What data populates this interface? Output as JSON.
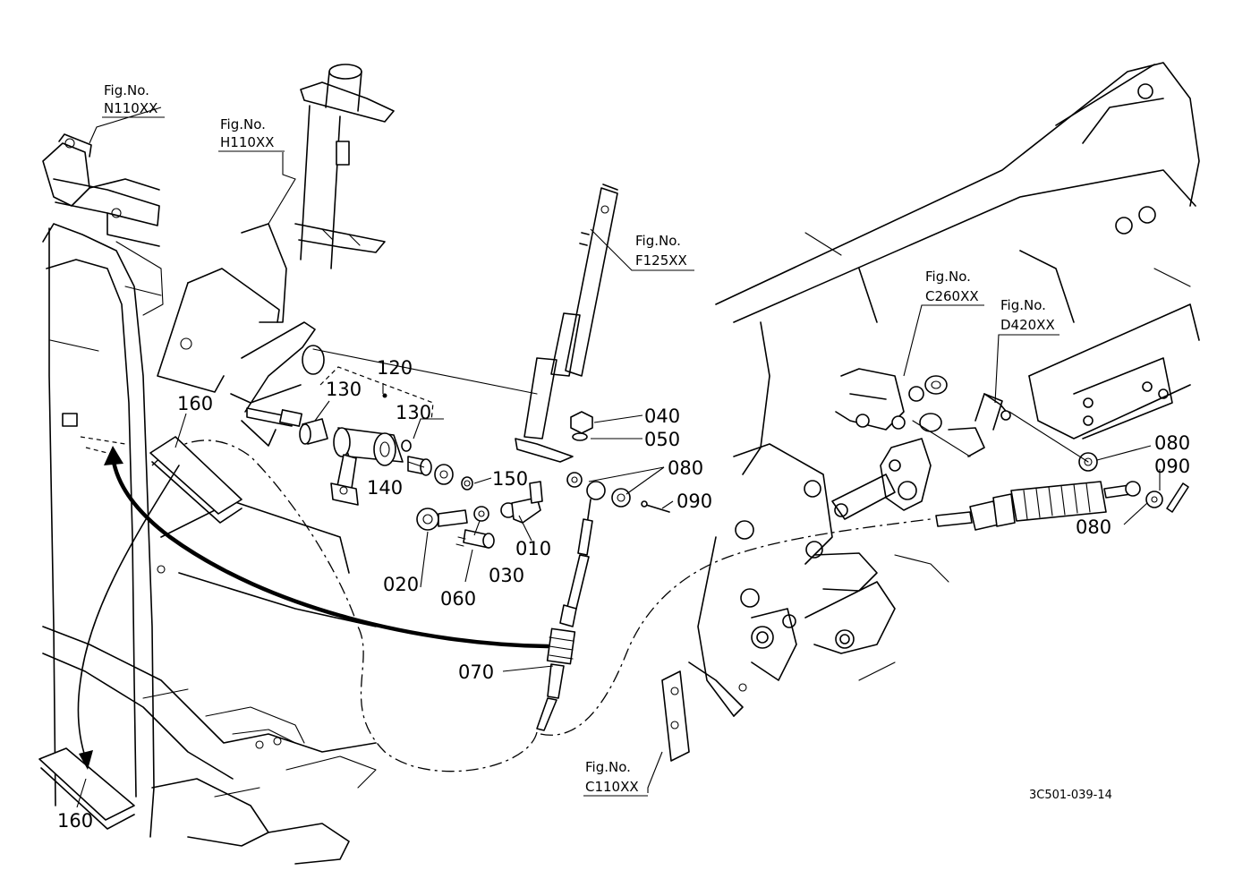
{
  "figure_refs": {
    "n110": {
      "title": "Fig.No.",
      "code": "N110XX"
    },
    "h110": {
      "title": "Fig.No.",
      "code": "H110XX"
    },
    "f125": {
      "title": "Fig.No.",
      "code": "F125XX"
    },
    "c260": {
      "title": "Fig.No.",
      "code": "C260XX"
    },
    "d420": {
      "title": "Fig.No.",
      "code": "D420XX"
    },
    "c110": {
      "title": "Fig.No.",
      "code": "C110XX"
    }
  },
  "callouts": {
    "p010": "010",
    "p020": "020",
    "p030": "030",
    "p040": "040",
    "p050": "050",
    "p060": "060",
    "p070": "070",
    "p080a": "080",
    "p080b": "080",
    "p080c": "080",
    "p090a": "090",
    "p090b": "090",
    "p120": "120",
    "p130a": "130",
    "p130b": "130",
    "p140": "140",
    "p150": "150",
    "p160a": "160",
    "p160b": "160"
  },
  "drawing_code": "3C501-039-14"
}
